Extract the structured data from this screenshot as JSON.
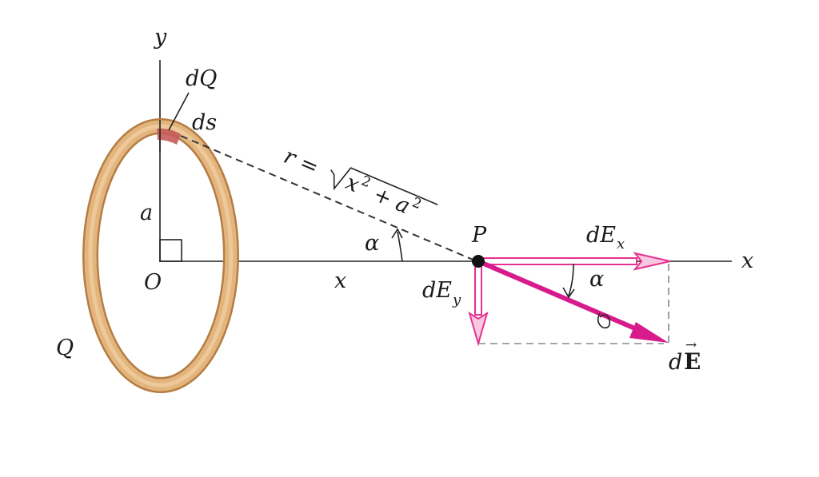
{
  "labels": {
    "y_axis": "y",
    "x_axis": "x",
    "dQ": "dQ",
    "ds": "ds",
    "a": "a",
    "origin": "O",
    "Q": "Q",
    "x_dist": "x",
    "alpha_left": "α",
    "alpha_right": "α",
    "P": "P",
    "r_eq": "r =",
    "r_x": "x",
    "r_x_exp": "2",
    "r_plus": "+",
    "r_a": "a",
    "r_a_exp": "2",
    "dEx_base": "dE",
    "dEx_sub": "x",
    "dEy_base": "dE",
    "dEy_sub": "y",
    "dE_d": "d",
    "dE_E": "E",
    "dE_arrow": "→"
  },
  "colors": {
    "ring": "#d9a56b",
    "ring_edge": "#b67d43",
    "charge_element": "#c65b5b",
    "component_arrow": "#e6328f",
    "field_arrow": "#d81b8c",
    "axis": "#222222",
    "dashed": "#333333"
  }
}
